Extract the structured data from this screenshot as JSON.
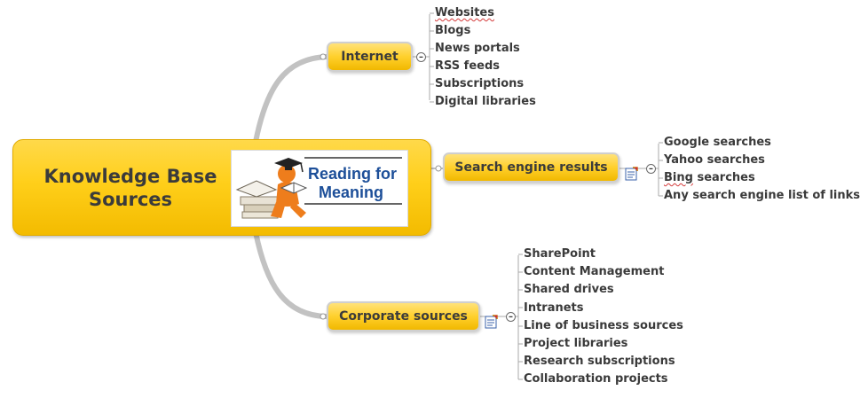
{
  "central": {
    "title_line1": "Knowledge Base",
    "title_line2": "Sources",
    "logo_text_line1": "Reading for",
    "logo_text_line2": "Meaning"
  },
  "topics": {
    "internet": {
      "label": "Internet",
      "items": [
        "Websites",
        "Blogs",
        "News portals",
        "RSS feeds",
        "Subscriptions",
        "Digital libraries"
      ]
    },
    "search": {
      "label": "Search engine results",
      "items": [
        "Google searches",
        "Yahoo searches",
        "Bing searches",
        "Any search engine list of links"
      ]
    },
    "corporate": {
      "label": "Corporate sources",
      "items": [
        "SharePoint",
        "Content Management",
        "Shared drives",
        "Intranets",
        "Line of business sources",
        "Project libraries",
        "Research subscriptions",
        "Collaboration projects"
      ]
    }
  },
  "icons": {
    "collapse": "minus-circle-icon",
    "note": "note-icon"
  },
  "colors": {
    "topic_fill": "#ffd02c",
    "central_fill": "#ffcf1a",
    "connector": "#c8c8c8",
    "text": "#3b3b3b"
  }
}
